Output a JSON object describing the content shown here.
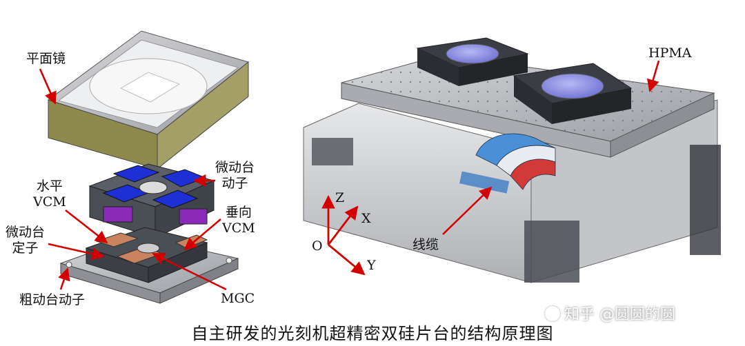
{
  "diagram": {
    "left_labels": {
      "mirror": "平面镜",
      "fine_stage_mover": [
        "微动台",
        "动子"
      ],
      "horizontal_vcm": [
        "水平",
        "VCM"
      ],
      "vertical_vcm": [
        "垂向",
        "VCM"
      ],
      "fine_stage_stator": [
        "微动台",
        "定子"
      ],
      "coarse_stage_mover": "粗动台动子",
      "mgc": "MGC"
    },
    "right_labels": {
      "hpma": "HPMA",
      "cable": "线缆",
      "axis_z": "Z",
      "axis_x": "X",
      "axis_y": "Y",
      "origin": "O"
    },
    "caption": "自主研发的光刻机超精密双硅片台的结构原理图",
    "watermark": "知乎 @圆圆的圆",
    "colors": {
      "arrow": "#d40000",
      "vcm_blue": "#1f2fd6",
      "vcm_purple": "#8a2ab8",
      "copper": "#c9835f",
      "wafer": "#8d8fe6",
      "cable_blue": "#4a90d9",
      "cable_red": "#d23a3a"
    }
  }
}
